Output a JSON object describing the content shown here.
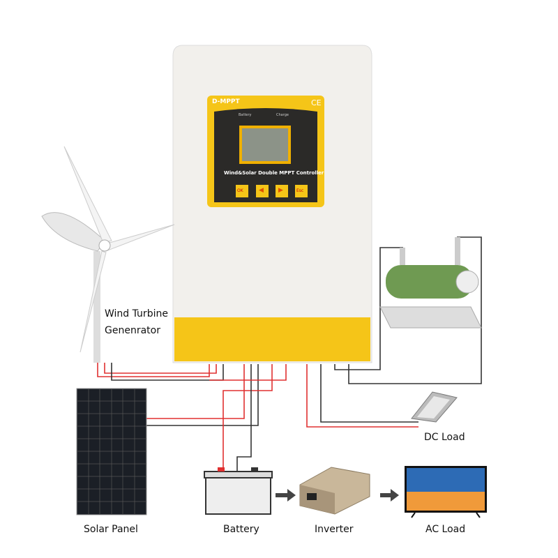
{
  "controller": {
    "brand": "D-MPPT",
    "cert": "CE",
    "battery_indicator": "Battery",
    "charge_indicator": "Charge",
    "name": "Wind&Solar Double MPPT Controller",
    "buttons": [
      "OK",
      "◀",
      "▶",
      "Esc"
    ]
  },
  "labels": {
    "wind_line1": "Wind Turbine",
    "wind_line2": "Genenrator",
    "solar": "Solar Panel",
    "battery": "Battery",
    "inverter": "Inverter",
    "ac_load": "AC Load",
    "dc_load": "DC Load"
  },
  "colors": {
    "accent": "#f5c518",
    "wire_pos": "#e03030",
    "wire_neg": "#333333",
    "body": "#f2f0ec"
  }
}
